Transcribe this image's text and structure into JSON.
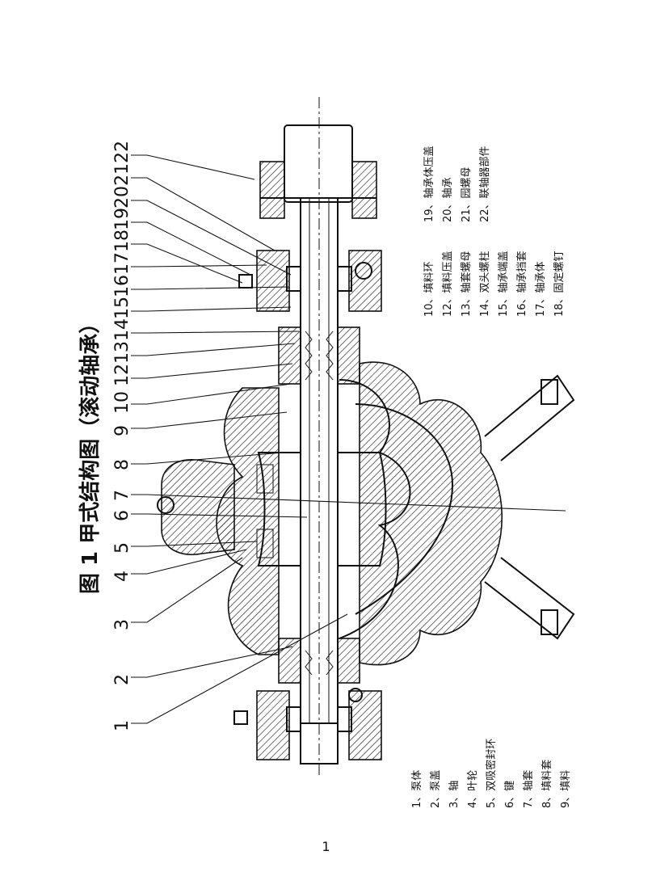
{
  "title": "图 1    甲式结构图（滚动轴承）",
  "page_number": "1",
  "callouts": [
    "1",
    "2",
    "3",
    "4",
    "5",
    "6",
    "7",
    "8",
    "9",
    "10",
    "12",
    "13",
    "14",
    "15",
    "16",
    "17",
    "18",
    "19",
    "20",
    "21",
    "22"
  ],
  "legend": {
    "col1": [
      "1、泵体",
      "2、泵盖",
      "3、轴",
      "4、叶轮",
      "5、双吸密封环",
      "6、键",
      "7、轴套",
      "8、填料套",
      "9、填料"
    ],
    "col2": [
      "10、填料环",
      "12、填料压盖",
      "13、轴套螺母",
      "14、双头螺柱",
      "15、轴承端盖",
      "16、轴承挡套",
      "17、轴承体",
      "18、固定螺钉"
    ],
    "col3": [
      "19、轴承体压盖",
      "20、轴承",
      "21、园螺母",
      "22、联轴器部件"
    ]
  }
}
